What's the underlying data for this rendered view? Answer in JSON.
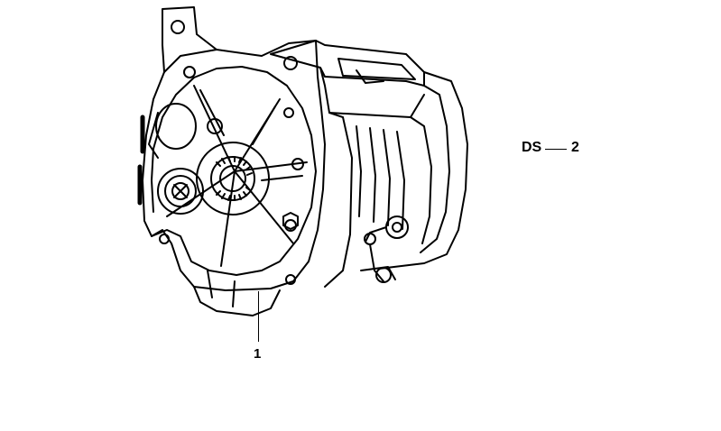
{
  "diagram": {
    "subject": "gearbox-housing",
    "callouts": {
      "part_1": "1",
      "ds_code": "DS",
      "part_2": "2"
    }
  }
}
